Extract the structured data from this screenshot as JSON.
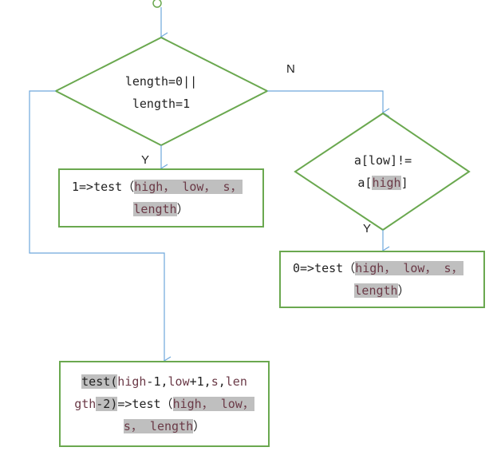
{
  "colors": {
    "green": "#6aa84f",
    "blue": "#6fa8dc",
    "highlight": "#bfbfbf"
  },
  "diamond1": {
    "line1": "length=0||",
    "line2": "length=1"
  },
  "label_n": "N",
  "label_y1": "Y",
  "box1": {
    "pre": "1=>test（",
    "hl_a": "high， low， s，",
    "hl_b": "length",
    "post": "）"
  },
  "diamond2": {
    "line1": "a[low]!=",
    "line2_pre": "a[",
    "line2_hl": "high",
    "line2_post": "]"
  },
  "label_y2": "Y",
  "box2": {
    "pre": "0=>test（",
    "hl_a": "high， low， s，",
    "hl_b": "length",
    "post": "）"
  },
  "box3": {
    "l1_hl1": "test(",
    "l1_p1": "high",
    "l1_p2": "-1,",
    "l1_p3": "low",
    "l1_p4": "+1,",
    "l1_p5": "s",
    "l1_p6": ",",
    "l1_p7": "len",
    "l2_p1": "gth",
    "l2_p2": "-2)",
    "l2_p3": "=>test（",
    "l2_hl": "high， low，",
    "l3_hl": "s， length",
    "l3_post": "）"
  }
}
